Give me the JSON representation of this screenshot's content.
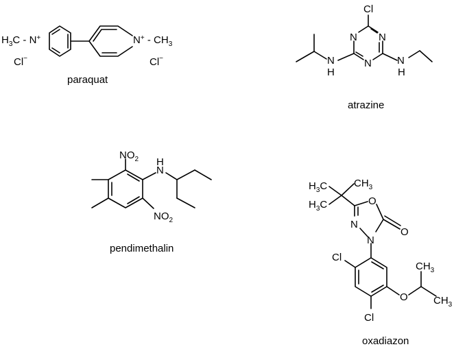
{
  "compounds": {
    "paraquat": {
      "name": "paraquat",
      "labels": {
        "methyl_left": "H3C",
        "n_left": "N+",
        "methyl_right": "CH3",
        "n_right": "N+",
        "chloride": "Cl",
        "charge": "−",
        "dash": "-"
      }
    },
    "atrazine": {
      "name": "atrazine",
      "labels": {
        "cl": "Cl",
        "n": "N",
        "nh": "N",
        "h": "H"
      }
    },
    "pendimethalin": {
      "name": "pendimethalin",
      "labels": {
        "no2": "NO2",
        "nh": "N",
        "h": "H"
      }
    },
    "oxadiazon": {
      "name": "oxadiazon",
      "labels": {
        "h3c": "H3C",
        "ch3": "CH3",
        "o": "O",
        "n": "N",
        "cl": "Cl"
      }
    }
  }
}
